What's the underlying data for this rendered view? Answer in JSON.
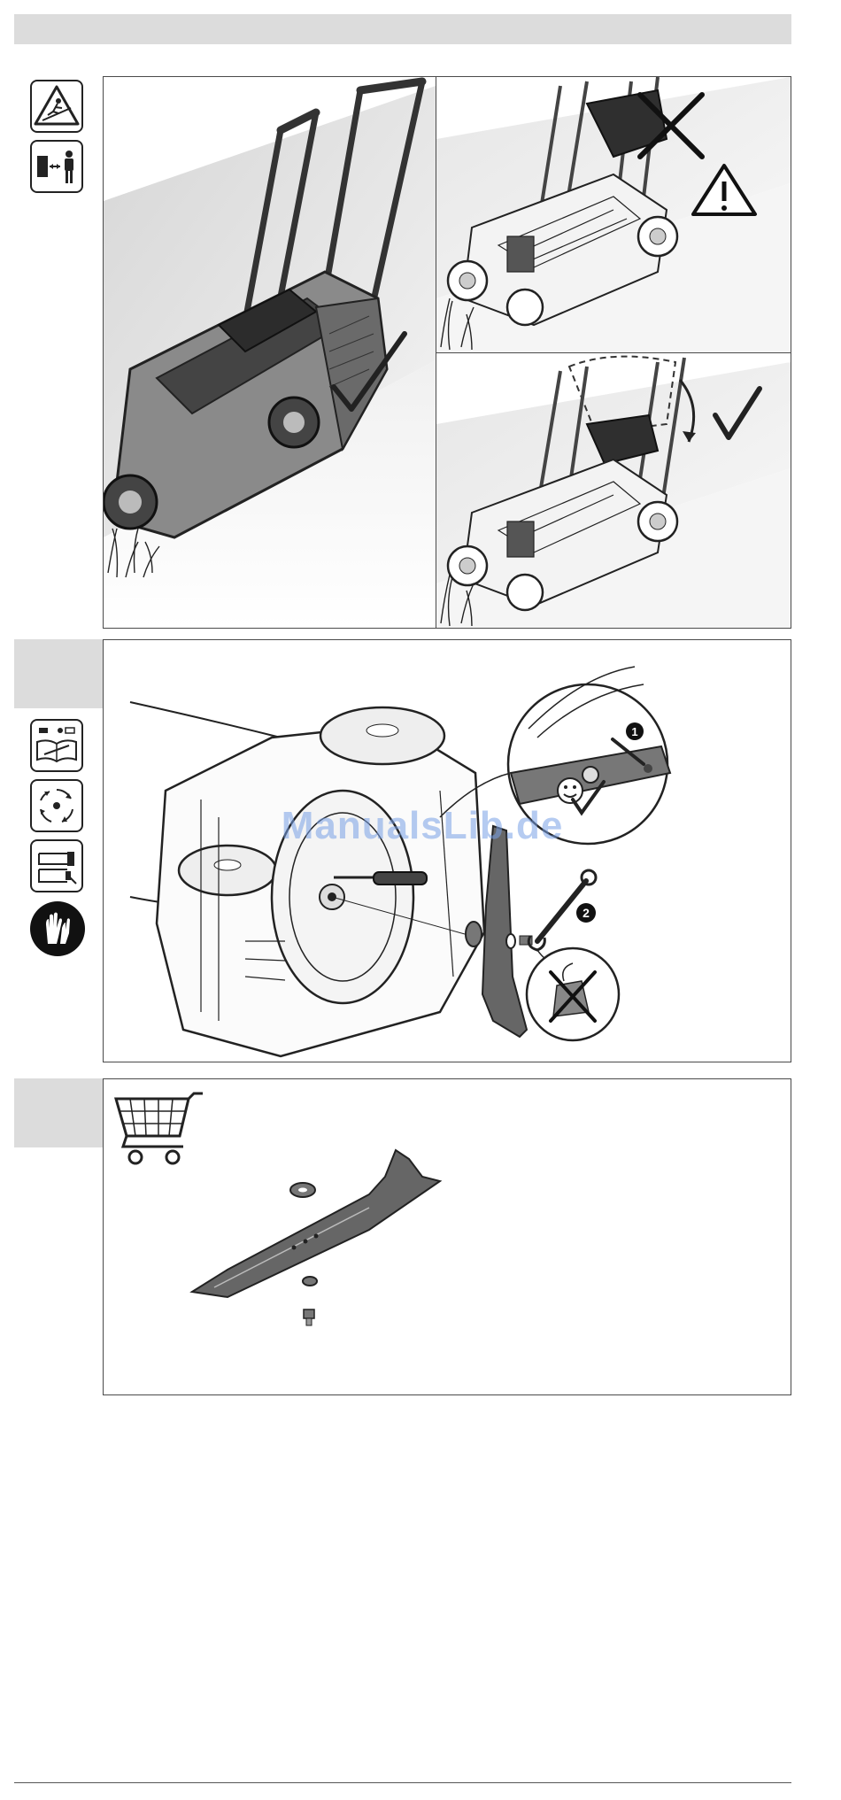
{
  "watermark": "ManualsLib.de",
  "step_labels": {
    "one": "1",
    "two": "2"
  },
  "icons": {
    "slope_warning": "slope-warning-icon",
    "keep_distance": "keep-distance-icon",
    "read_manual": "read-manual-icon",
    "rotating_blade": "rotating-blade-icon",
    "disconnect_plug": "disconnect-plug-icon",
    "gloves": "gloves-icon",
    "shopping_cart": "shopping-cart-icon",
    "caution": "caution-triangle-icon",
    "check": "check-mark-icon",
    "cross": "cross-mark-icon"
  },
  "colors": {
    "tab_gray": "#dcdcdc",
    "line": "#222222",
    "mower_dark": "#444444",
    "mower_mid": "#8a8a8a"
  }
}
